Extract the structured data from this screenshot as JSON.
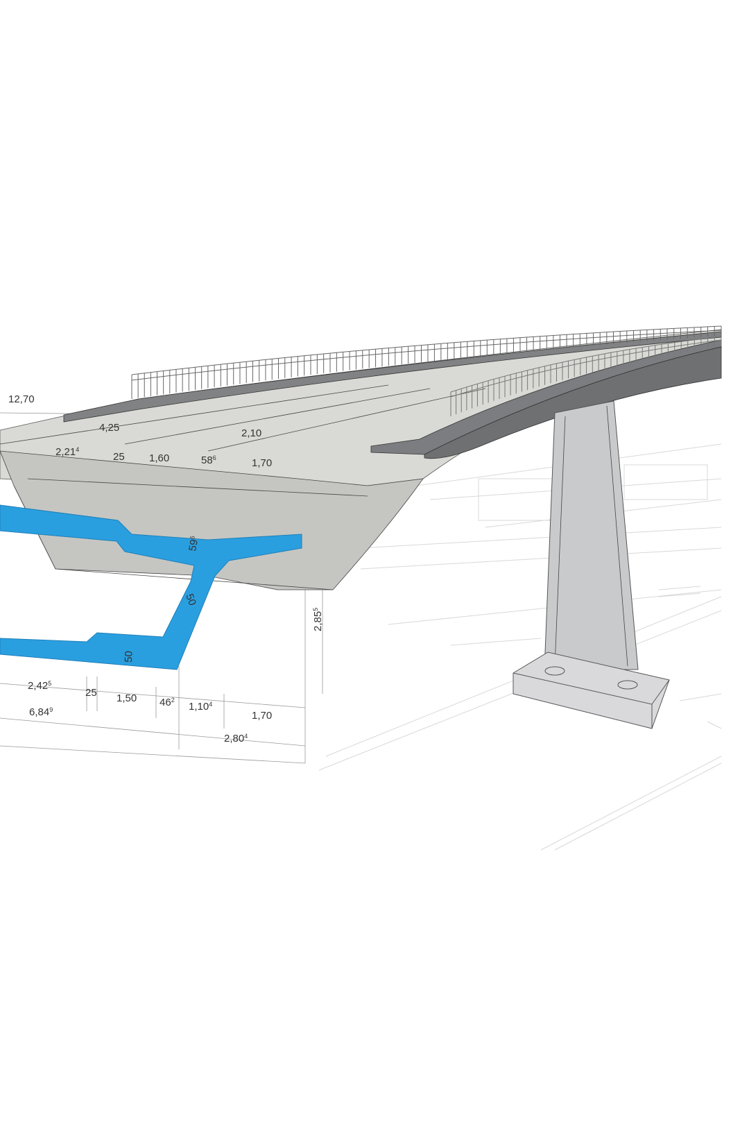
{
  "colors": {
    "section_fill": "#2a9fe0",
    "deck_top": "#d9dad5",
    "deck_side": "#6e7072",
    "pier": "#c9cacc",
    "background": "#ffffff"
  },
  "dimensions": {
    "overall_width": {
      "main": "12,70"
    },
    "cantilever": {
      "main": "4,25"
    },
    "lane": {
      "main": "2,10"
    },
    "top_a": {
      "main": "2,21",
      "sup": "4"
    },
    "top_b": {
      "main": "25"
    },
    "top_c": {
      "main": "1,60"
    },
    "top_d": {
      "main": "58",
      "sup": "6"
    },
    "top_e": {
      "main": "1,70"
    },
    "slab_top": {
      "main": "59",
      "sup": "6"
    },
    "web": {
      "main": "50"
    },
    "slab_bottom": {
      "main": "50"
    },
    "depth": {
      "main": "2,85",
      "sup": "5"
    },
    "bot_a": {
      "main": "2,42",
      "sup": "5"
    },
    "bot_b": {
      "main": "25"
    },
    "bot_c": {
      "main": "1,50"
    },
    "bot_d": {
      "main": "46",
      "sup": "2"
    },
    "bot_e": {
      "main": "1,10",
      "sup": "4"
    },
    "bot_f": {
      "main": "1,70"
    },
    "half_width": {
      "main": "6,84",
      "sup": "9"
    },
    "outer": {
      "main": "2,80",
      "sup": "4"
    }
  }
}
